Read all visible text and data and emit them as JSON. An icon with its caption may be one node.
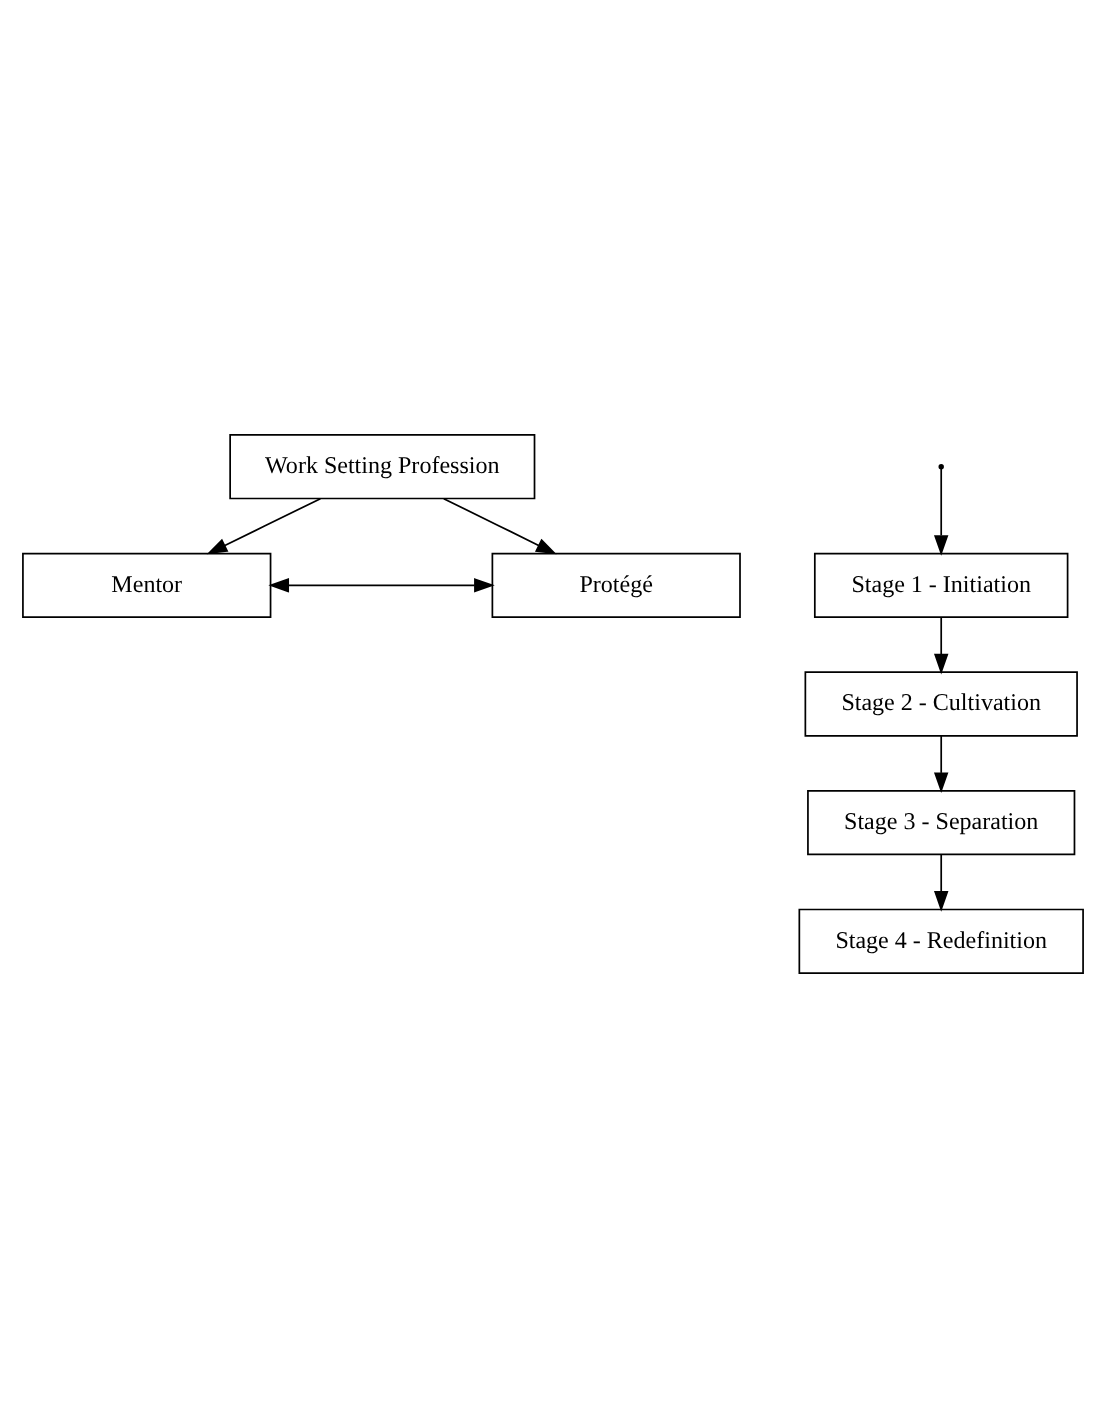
{
  "diagram": {
    "nodes": [
      {
        "text": [
          "Work Setting Profession"
        ]
      },
      {
        "text": [
          "Mentor"
        ]
      },
      {
        "text": [
          "Protégé"
        ]
      },
      {
        "text": [
          "Stage 1 - Initiation"
        ]
      },
      {
        "text": [
          "Stage 2 - Cultivation"
        ]
      },
      {
        "text": [
          "Stage 3 - Separation"
        ]
      },
      {
        "text": [
          "Stage 4 - Redefinition"
        ]
      }
    ],
    "edges": [
      {
        "from": 0,
        "to": 1,
        "arrow": "to"
      },
      {
        "from": 0,
        "to": 2,
        "arrow": "to"
      },
      {
        "from": 1,
        "to": 2,
        "arrow": "both"
      },
      {
        "from": null,
        "to": 3,
        "arrow": "to"
      },
      {
        "from": 3,
        "to": 4,
        "arrow": "to"
      },
      {
        "from": 4,
        "to": 5,
        "arrow": "to"
      },
      {
        "from": 5,
        "to": 6,
        "arrow": "to"
      }
    ]
  }
}
